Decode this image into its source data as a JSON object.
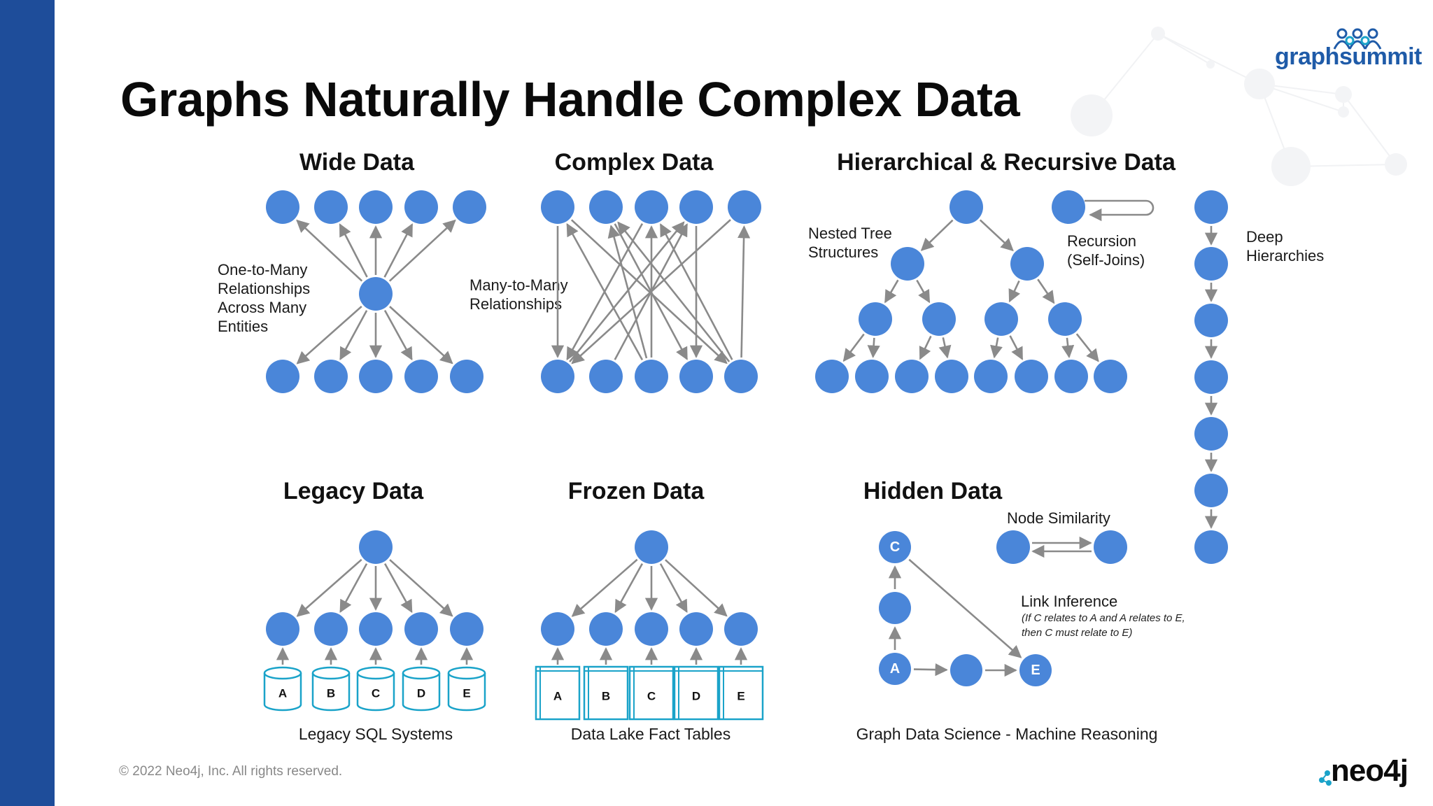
{
  "colors": {
    "sidebar": "#1e4d9a",
    "node": "#4a86d9",
    "arrow": "#8a8a8a",
    "accent_teal": "#1aa3c9",
    "logo_blue": "#1f5ba8"
  },
  "brand": {
    "event_logo": "graphsummit",
    "event_logo_icon": "people-network-icon",
    "company_logo": "neo4j"
  },
  "title": "Graphs Naturally Handle Complex Data",
  "sections": {
    "wide": {
      "title": "Wide Data",
      "label": [
        "One-to-Many",
        "Relationships",
        "Across Many",
        "Entities"
      ]
    },
    "complex": {
      "title": "Complex Data",
      "label": [
        "Many-to-Many",
        "Relationships"
      ]
    },
    "hier": {
      "title": "Hierarchical & Recursive Data",
      "nested_label": [
        "Nested Tree",
        "Structures"
      ],
      "recursion_label": [
        "Recursion",
        "(Self-Joins)"
      ],
      "deep_label": [
        "Deep",
        "Hierarchies"
      ]
    },
    "legacy": {
      "title": "Legacy Data",
      "caption": "Legacy SQL Systems",
      "databases": [
        "A",
        "B",
        "C",
        "D",
        "E"
      ]
    },
    "frozen": {
      "title": "Frozen Data",
      "caption": "Data Lake Fact Tables",
      "tables": [
        "A",
        "B",
        "C",
        "D",
        "E"
      ]
    },
    "hidden": {
      "title": "Hidden Data",
      "similarity_label": "Node Similarity",
      "link_label": "Link Inference",
      "link_note": [
        "(If C relates to A and A relates to E,",
        "then C must relate to E)"
      ],
      "node_labels": {
        "c": "C",
        "a": "A",
        "e": "E"
      },
      "caption": "Graph Data Science - Machine Reasoning"
    }
  },
  "footer": {
    "copyright": "© 2022 Neo4j, Inc. All rights reserved."
  }
}
